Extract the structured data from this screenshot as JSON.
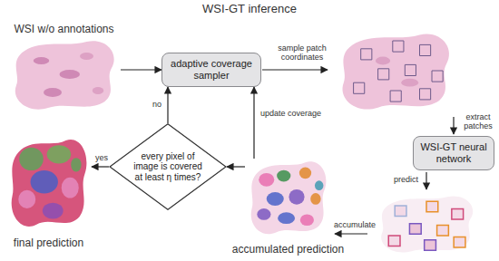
{
  "diagram": {
    "title": "WSI-GT inference",
    "nodes": [
      {
        "text": [
          "WSI w/o annotations"
        ]
      },
      {
        "text": [
          "adaptive coverage sampler"
        ]
      },
      {
        "text": [
          "WSI-GT neural network"
        ]
      },
      {
        "text": [
          "every pixel of image is covered at least η times?"
        ]
      },
      {
        "text": [
          "accumulated prediction"
        ]
      },
      {
        "text": [
          "final prediction"
        ]
      }
    ],
    "edges": [
      {
        "from": 0,
        "to": 1,
        "arrow": "to"
      },
      {
        "from": 4,
        "to": 1,
        "label": "update coverage",
        "arrow": "to"
      },
      {
        "from": 4,
        "to": 3,
        "arrow": "to"
      },
      {
        "from": 3,
        "to": 1,
        "label": "no",
        "arrow": "to"
      },
      {
        "from": 3,
        "to": 5,
        "label": "yes",
        "arrow": "to"
      }
    ],
    "labels": [
      "sample patch coordinates",
      "extract patches",
      "predict",
      "accumulate"
    ]
  }
}
